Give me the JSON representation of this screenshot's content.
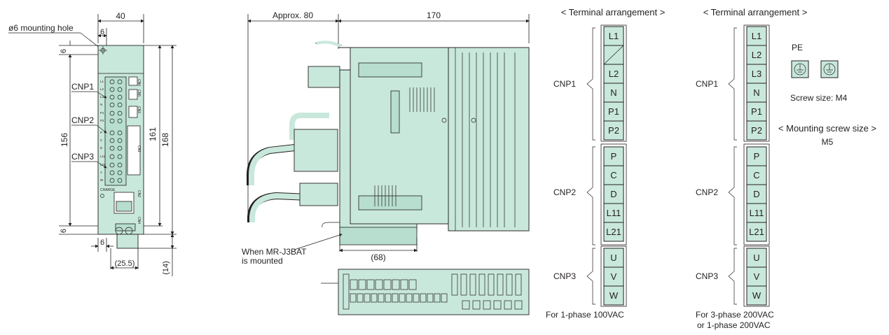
{
  "front_view": {
    "dims": {
      "width": "40",
      "mount_offset_top": "6",
      "mount_offset_left": "6",
      "mount_offset_bottom": "6",
      "mount_offset_bottom_left": "6",
      "hole_pitch": "156",
      "height_161": "161",
      "height_168": "168",
      "dim_25_5": "(25.5)",
      "dim_14": "(14)"
    },
    "mounting_hole_label": "ø6 mounting hole",
    "connector_labels": [
      "CNP1",
      "CNP2",
      "CNP3"
    ],
    "charge_label": "CHARGE",
    "panel_labels": [
      "CN6",
      "CN5",
      "CN3",
      "CN1",
      "CN2",
      "CN4"
    ]
  },
  "side_view": {
    "approx_label": "Approx. 80",
    "depth_label": "170",
    "dim_68": "(68)",
    "battery_note": [
      "When MR-J3BAT",
      "is mounted"
    ]
  },
  "terminal_1phase": {
    "heading": "< Terminal arrangement >",
    "footer": [
      "For 1-phase 100VAC"
    ],
    "groups": [
      {
        "name": "CNP1",
        "terminals": [
          "L1",
          "",
          "L2",
          "N",
          "P1",
          "P2"
        ]
      },
      {
        "name": "CNP2",
        "terminals": [
          "P",
          "C",
          "D",
          "L11",
          "L21"
        ]
      },
      {
        "name": "CNP3",
        "terminals": [
          "U",
          "V",
          "W"
        ]
      }
    ]
  },
  "terminal_3phase": {
    "heading": "< Terminal arrangement >",
    "footer": [
      "For 3-phase 200VAC",
      "or 1-phase 200VAC"
    ],
    "groups": [
      {
        "name": "CNP1",
        "terminals": [
          "L1",
          "L2",
          "L3",
          "N",
          "P1",
          "P2"
        ]
      },
      {
        "name": "CNP2",
        "terminals": [
          "P",
          "C",
          "D",
          "L11",
          "L21"
        ]
      },
      {
        "name": "CNP3",
        "terminals": [
          "U",
          "V",
          "W"
        ]
      }
    ],
    "pe_label": "PE",
    "screw_size_label": "Screw size: M4",
    "mounting_screw_heading": "< Mounting screw size >",
    "mounting_screw_value": "M5"
  },
  "colors": {
    "body": "#c9e8dc",
    "line": "#231f20"
  }
}
